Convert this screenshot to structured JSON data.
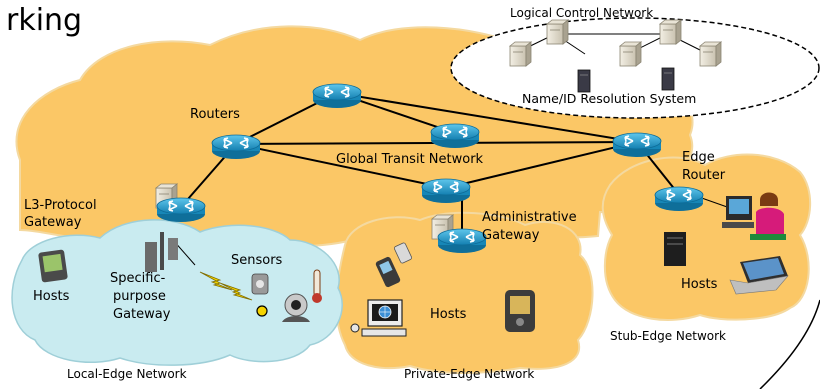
{
  "header": {
    "title_fragment": "rking"
  },
  "control": {
    "title": "Logical Control Network",
    "resolution": "Name/ID Resolution System"
  },
  "transit": {
    "routers_label": "Routers",
    "network_label": "Global Transit Network"
  },
  "gateways": {
    "l3_line1": "L3-Protocol",
    "l3_line2": "Gateway",
    "admin_line1": "Administrative",
    "admin_line2": "Gateway",
    "special_line1": "Specific-",
    "special_line2": "purpose",
    "special_line3": "Gateway"
  },
  "edge": {
    "edge_router_line1": "Edge",
    "edge_router_line2": "Router"
  },
  "local_edge": {
    "name": "Local-Edge Network",
    "hosts": "Hosts",
    "sensors": "Sensors"
  },
  "private_edge": {
    "name": "Private-Edge Network",
    "hosts": "Hosts"
  },
  "stub_edge": {
    "name": "Stub-Edge Network",
    "hosts": "Hosts"
  },
  "colors": {
    "cloud_orange": "#fbc766",
    "cloud_blue": "#c9ebf0",
    "router_blue": "#1a9fd0",
    "link_black": "#000000"
  }
}
